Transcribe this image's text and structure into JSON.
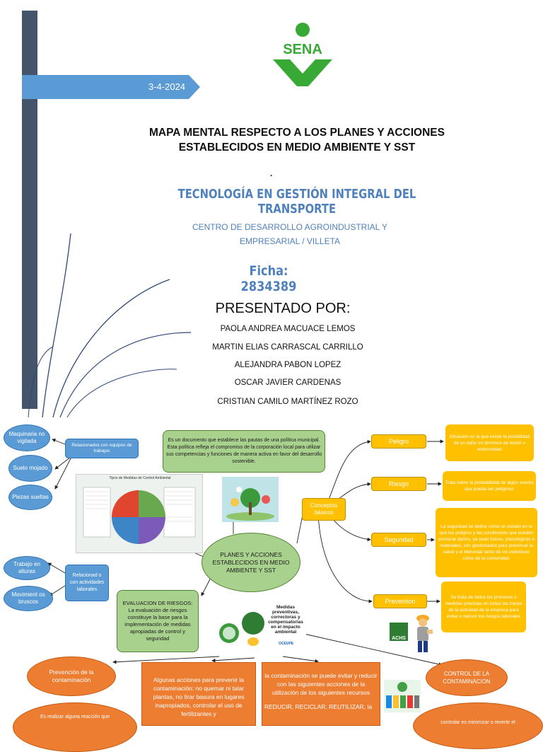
{
  "cover": {
    "date": "3-4-2024",
    "logo_text": "SENA",
    "title_line1": "MAPA MENTAL RESPECTO A LOS PLANES Y ACCIONES",
    "title_line2": "ESTABLECIDOS EN MEDIO AMBIENTE Y SST",
    "dot": ".",
    "program": "TECNOLOGÍA EN GESTIÓN INTEGRAL DEL TRANSPORTE",
    "center_line1": "CENTRO DE DESARROLLO AGROINDUSTRIAL Y",
    "center_line2": "EMPRESARIAL / VILLETA",
    "ficha": "Ficha:  2834389",
    "presented_by": "PRESENTADO POR:",
    "authors": [
      "PAOLA ANDREA MACUACE LEMOS",
      "MARTIN ELIAS CARRASCAL CARRILLO",
      "ALEJANDRA PABON LOPEZ",
      "OSCAR JAVIER CARDENAS",
      "CRISTIAN CAMILO MARTÍNEZ ROZO"
    ]
  },
  "map": {
    "left_top": [
      "Maquinaria no vigilada",
      "Suelo mojado",
      "Piezas sueltas"
    ],
    "left_top_label": "Relacionados con equipos de trabajos",
    "left_mid": [
      "Trabajo en alturas",
      "Movimient os bruscos"
    ],
    "left_mid_label": "Relacionad o con actividades laborales",
    "policy": "Es un documento que establece las pautas de una política municipal. Esta política refleja el compromiso de la corporación local para utilizar sus competencias y funciones de manera activa en favor del desarrollo sostenible.",
    "center": "PLANES Y ACCIONES ESTABLECIDOS EN MEDIO AMBIENTE Y SST",
    "evaluation": "EVALUACION DE RIESGOS: La evaluación de riesgos constituye la base para la implementación de medidas apropiadas de control y seguridad",
    "diagram_title": "Tipos de Medidas de Control Ambiental",
    "measures_title": "Medidas preventivas, correctoras y compensatorias en el impacto ambiental",
    "measures_brand": "OCEUPE",
    "concepts": "Conceptos básicos",
    "concept_items": [
      {
        "label": "Peligro",
        "text": "Situación en la que existe la posibilidad de un daño en términos de lesión o enfermedad"
      },
      {
        "label": "Riesgo",
        "text": "Trata sobre la probabilidad de algún evento que pueda ser peligroso"
      },
      {
        "label": "Seguridad",
        "text": "La seguridad se define como un estado en el que los peligros y las condiciones que pueden provocar daños, ya sean físicos, psicológicos o materiales, son gestionados para preservar la salud y el bienestar tanto de los individuos como de la comunidad."
      },
      {
        "label": "Prevention",
        "text": "Se trata de todos los procesos o medidas previstas en todas las frases de la actividad de la empresa para evitar o reducir los riesgos laborales"
      }
    ],
    "achs": "ACHS",
    "prevention_title": "Prevención de la contaminación",
    "prevention_sub": "Es realizar alguna reacción que",
    "actions_box": "Algunas acciones para prevenir la contaminación: no quemar ni talar plantas, no tirar basura en lugares inapropiados, controlar el uso de fertilizantes y",
    "reduce_box": "la contaminación se puede evitar y reducir con las siguientes acciones de la utilización de los siguientes recursos",
    "reduce_box_2": "REDUCIR, RECICLAR, REUTILIZAR, la",
    "control_title": "CONTROL DE LA CONTAMINACION",
    "control_sub": "controlar es minimizar o revertir el"
  },
  "colors": {
    "bar": "#44546a",
    "arrow": "#5b9bd5",
    "sena_green": "#39a935",
    "program_blue": "#4f81bd"
  }
}
